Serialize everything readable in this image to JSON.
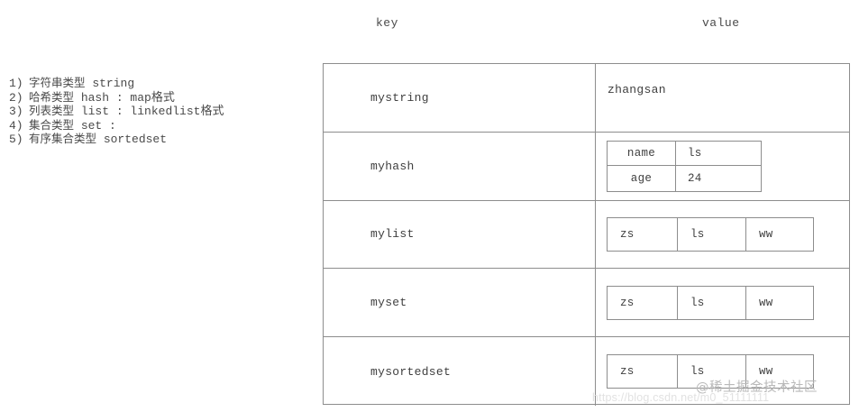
{
  "legend": {
    "items": [
      {
        "index": "1)",
        "cn": "字符串类型",
        "en": "string"
      },
      {
        "index": "2)",
        "cn": "哈希类型",
        "en": "hash :   map格式"
      },
      {
        "index": "3)",
        "cn": "列表类型",
        "en": "list :   linkedlist格式"
      },
      {
        "index": "4)",
        "cn": "集合类型",
        "en": "set  :"
      },
      {
        "index": "5)",
        "cn": "有序集合类型",
        "en": "sortedset"
      }
    ]
  },
  "headers": {
    "key": "key",
    "value": "value"
  },
  "table": {
    "rows": [
      {
        "key": "mystring",
        "value_kind": "plain",
        "value": "zhangsan"
      },
      {
        "key": "myhash",
        "value_kind": "hash",
        "pairs": [
          {
            "field": "name",
            "value": "ls"
          },
          {
            "field": "age",
            "value": "24"
          }
        ]
      },
      {
        "key": "mylist",
        "value_kind": "sequence",
        "items": [
          "zs",
          "ls",
          "ww"
        ]
      },
      {
        "key": "myset",
        "value_kind": "sequence",
        "items": [
          "zs",
          "ls",
          "ww"
        ]
      },
      {
        "key": "mysortedset",
        "value_kind": "sequence",
        "items": [
          "zs",
          "ls",
          "ww"
        ]
      }
    ]
  },
  "watermarks": {
    "brand": "@稀土掘金技术社区",
    "url": "https://blog.csdn.net/m0_51111111"
  },
  "colors": {
    "border": "#8d8d8d",
    "text": "#3f3f3f",
    "watermark": "#b9b9b9",
    "background": "#ffffff"
  }
}
